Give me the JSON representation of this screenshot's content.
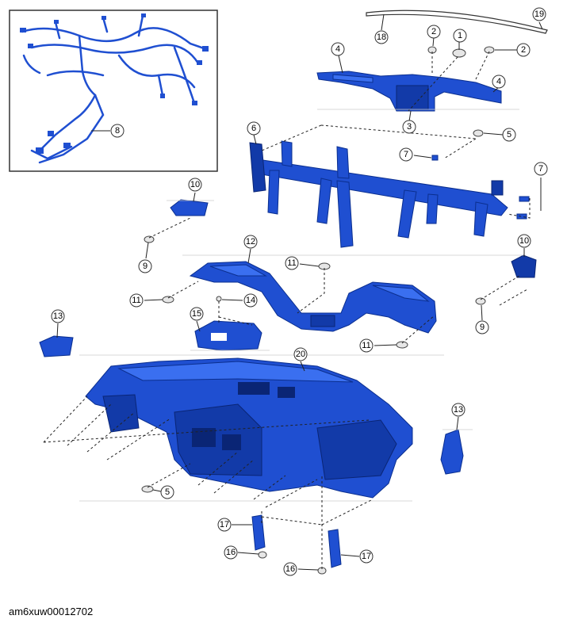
{
  "document_code": "am6xuw00012702",
  "colors": {
    "part_fill": "#1f4fd1",
    "part_stroke": "#0b2f8f",
    "inset_border": "#333333"
  },
  "callouts": [
    {
      "id": "c1",
      "label": "1"
    },
    {
      "id": "c2a",
      "label": "2"
    },
    {
      "id": "c2b",
      "label": "2"
    },
    {
      "id": "c3",
      "label": "3"
    },
    {
      "id": "c4a",
      "label": "4"
    },
    {
      "id": "c4b",
      "label": "4"
    },
    {
      "id": "c5a",
      "label": "5"
    },
    {
      "id": "c5b",
      "label": "5"
    },
    {
      "id": "c6",
      "label": "6"
    },
    {
      "id": "c7a",
      "label": "7"
    },
    {
      "id": "c7b",
      "label": "7"
    },
    {
      "id": "c8",
      "label": "8"
    },
    {
      "id": "c9a",
      "label": "9"
    },
    {
      "id": "c9b",
      "label": "9"
    },
    {
      "id": "c10a",
      "label": "10"
    },
    {
      "id": "c10b",
      "label": "10"
    },
    {
      "id": "c11a",
      "label": "11"
    },
    {
      "id": "c11b",
      "label": "11"
    },
    {
      "id": "c11c",
      "label": "11"
    },
    {
      "id": "c12",
      "label": "12"
    },
    {
      "id": "c13a",
      "label": "13"
    },
    {
      "id": "c13b",
      "label": "13"
    },
    {
      "id": "c14",
      "label": "14"
    },
    {
      "id": "c15",
      "label": "15"
    },
    {
      "id": "c16a",
      "label": "16"
    },
    {
      "id": "c16b",
      "label": "16"
    },
    {
      "id": "c17a",
      "label": "17"
    },
    {
      "id": "c17b",
      "label": "17"
    },
    {
      "id": "c18",
      "label": "18"
    },
    {
      "id": "c19",
      "label": "19"
    },
    {
      "id": "c20",
      "label": "20"
    }
  ]
}
